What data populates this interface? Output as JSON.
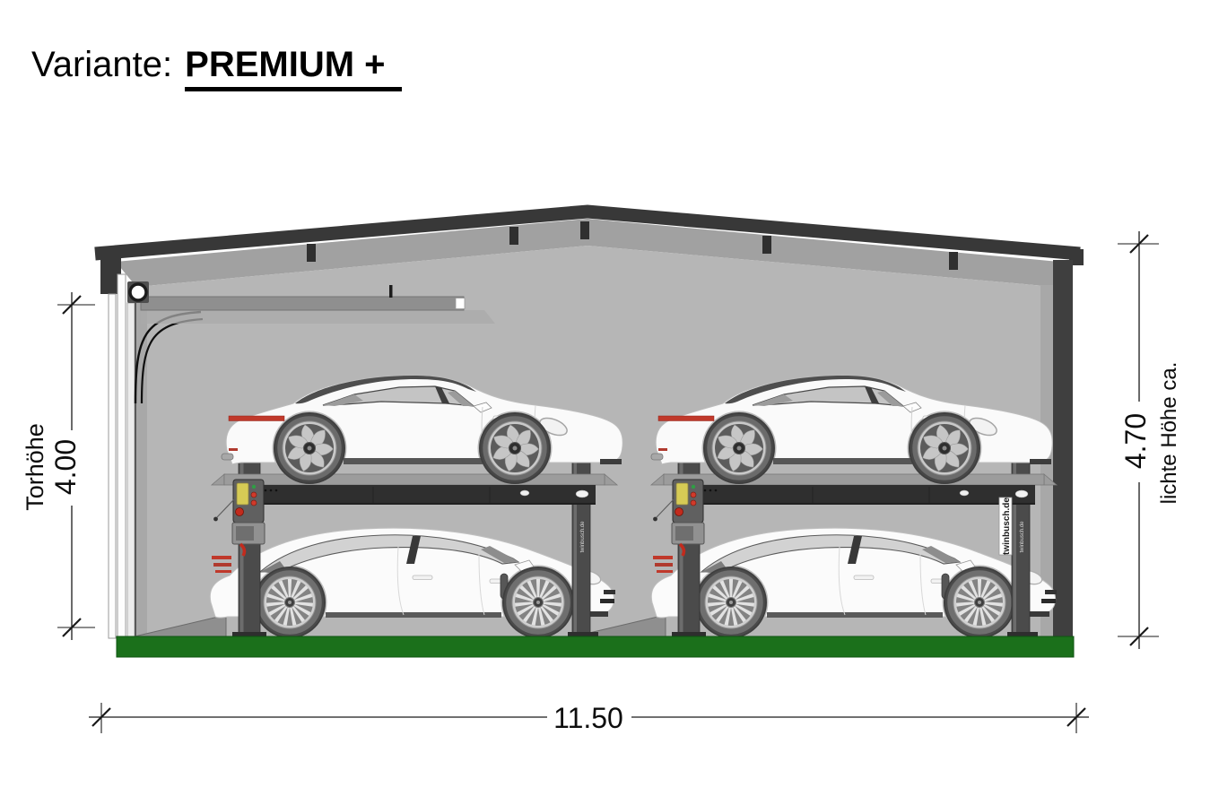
{
  "title": {
    "prefix": "Variante:",
    "value": "PREMIUM +"
  },
  "dimensions": {
    "door_height": {
      "label": "Torhöhe",
      "value": "4.00"
    },
    "clear_height": {
      "label": "lichte Höhe ca.",
      "value": "4.70"
    },
    "width": {
      "value": "11.50"
    }
  },
  "branding": {
    "lift_brand": "twinbusch.de"
  },
  "scene": {
    "type": "garage cross-section",
    "lift_count": 2,
    "car_count": 4
  },
  "colors": {
    "roof_dark": "#383838",
    "wall_interior": "#B6B6B6",
    "ceiling_band": "#A1A1A1",
    "floor_green": "#1B701B",
    "lift_column": "#4B4B4B",
    "platform_beam": "#2F2F2F",
    "control_yellow": "#D6CB55",
    "accent_red": "#C0392B",
    "car_body": "#FAFAFA"
  }
}
